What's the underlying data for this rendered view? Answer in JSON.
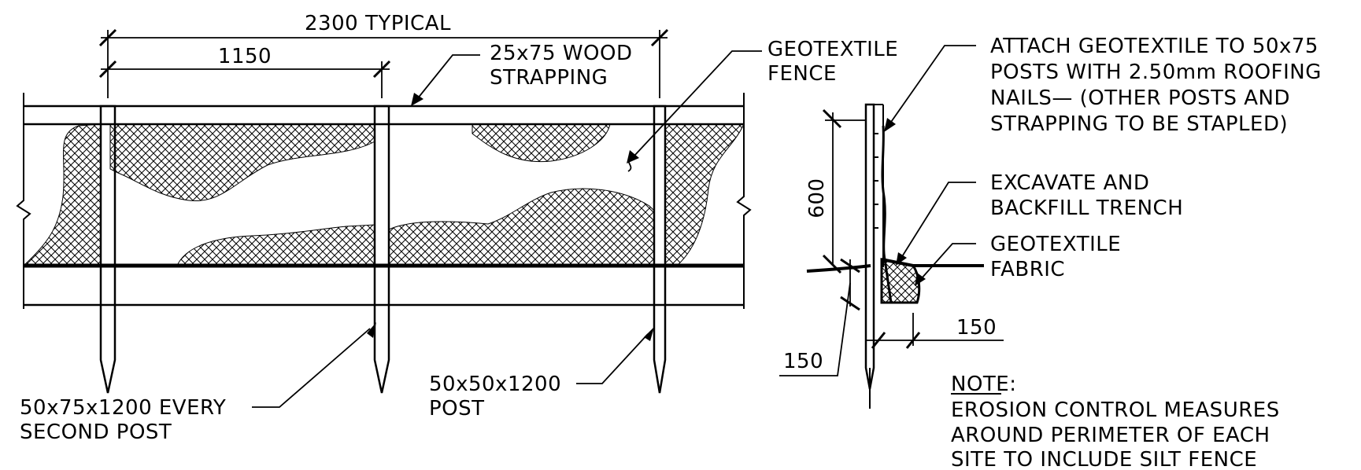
{
  "elevation": {
    "typical_spacing": "2300 TYPICAL",
    "half_spacing": "1150",
    "strapping": [
      "25x75 WOOD",
      "STRAPPING"
    ],
    "fence": [
      "GEOTEXTILE",
      "FENCE"
    ],
    "end_post": [
      "50x75x1200 EVERY",
      "SECOND POST"
    ],
    "mid_post": [
      "50x50x1200",
      "POST"
    ]
  },
  "section": {
    "attach_note": [
      "ATTACH GEOTEXTILE TO 50x75",
      "POSTS WITH 2.50mm ROOFING",
      "NAILS— (OTHER POSTS AND",
      "STRAPPING TO BE STAPLED)"
    ],
    "trench": [
      "EXCAVATE AND",
      "BACKFILL TRENCH"
    ],
    "fabric": [
      "GEOTEXTILE",
      "FABRIC"
    ],
    "height_dim": "600",
    "depth_dim": "150",
    "width_dim": "150"
  },
  "note": {
    "heading": "NOTE",
    "colon": ":",
    "lines": [
      "EROSION CONTROL MEASURES",
      "AROUND PERIMETER OF EACH",
      "SITE TO INCLUDE SILT FENCE"
    ]
  },
  "colors": {
    "ink": "#000000",
    "background": "#ffffff"
  }
}
